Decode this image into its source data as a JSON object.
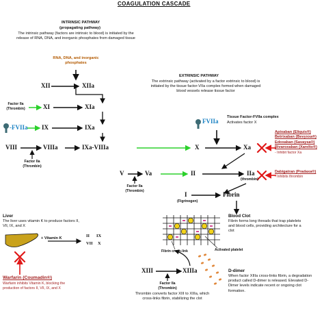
{
  "title": "COAGULATION CASCADE",
  "intrinsic": {
    "heading": "INTRINSIC PATHWAY",
    "subheading": "(propagating pathway)",
    "description": "The intrinsic pathway (factors are intrinsic to blood) is initiated by the release of RNA, DNA, and inorganic phosphates from damaged tissue",
    "trigger": "RNA, DNA, and inorganic phosphates"
  },
  "extrinsic": {
    "heading": "EXTRINSIC PATHWAY",
    "description": "The extrinsic pathway (activated by a factor extrinsic to blood) is initiated by the tissue factor-VIIa complex formed when damaged blood vessels release tissue factor"
  },
  "factors": {
    "xii": "XII",
    "xiia": "XIIa",
    "xi": "XI",
    "xia": "XIa",
    "ix": "IX",
    "ixa": "IXa",
    "viii": "VIII",
    "viiia": "VIIIa",
    "ixa_viiia": "IXa-VIIIa",
    "x": "X",
    "xa": "Xa",
    "v": "V",
    "va": "Va",
    "ii": "II",
    "iia": "IIa",
    "iia_sub": "(thrombin)",
    "i": "I",
    "i_sub": "(Figrinogen)",
    "fibrin": "Fibrin",
    "xiii": "XIII",
    "xiiia": "XIIIa"
  },
  "cofactor_label": "Factor IIa\n(Thrombin)",
  "fviia_label": "-FVIIa",
  "fviia_right": "FVIIa",
  "tf_complex": {
    "title": "Tissue Factor-FVIIa complex",
    "note": "Activates factor X"
  },
  "xa_inhibitors": {
    "drugs": [
      "Apixaban (Eliquis®)",
      "Betrixaban (Bevyxxa®)",
      "Edoxaban (Savaysa®)",
      "Rivaroxaban (Xarelto®)"
    ],
    "note": "- Inhibit factor Xa"
  },
  "thrombin_inhibitor": {
    "drug": "Dabigatran (Pradaxa®)",
    "note": "- Inhibits thrombin"
  },
  "liver": {
    "heading": "Liver",
    "description": "The liver uses vitamin K to produce factors II, VII, IX, and X",
    "vitamin_k": "+ Vitamin K",
    "products": [
      "II",
      "IX",
      "VII",
      "X"
    ]
  },
  "warfarin": {
    "drug": "Warfarin (Coumadin®)",
    "note": "Warfarin inhibits Vitamin K, blocking the production of factors II, VII, IX, and X"
  },
  "blood_clot": {
    "heading": "Blood Clot",
    "description": "Fibrin forms long threads that trap platelets and blood cells, providing architecture for a clot",
    "label_crosslink": "Fibrin cross-link",
    "label_platelet": "Activated platelet"
  },
  "xiii_note": "Thrombin converts factor XIII to XIIIa, which cross-links fibrin, stabilizing the clot",
  "ddimer": {
    "heading": "D-dimer",
    "description": "When factor XIIIa cross-links fibrin, a degradation product called D-dimer is released. Elevated D-Dimer levels indicate recent or ongoing clot formation."
  },
  "colors": {
    "orange": "#b35a00",
    "drug_red": "#a32020",
    "blue": "#1a82c4",
    "green_arrow": "#2bd12b",
    "red_x": "#e01818",
    "liver_fill": "#c9a21c",
    "platelet": "#f2d21a",
    "ddimer_fill": "#e0873a"
  }
}
